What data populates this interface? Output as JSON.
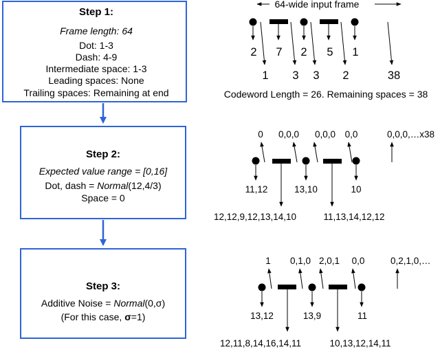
{
  "steps": [
    {
      "title": "Step 1:",
      "frame_length": "Frame length: 64",
      "dot": "Dot: 1-3",
      "dash": "Dash: 4-9",
      "intermediate": "Intermediate space: 1-3",
      "leading": "Leading spaces: None",
      "trailing": "Trailing spaces: Remaining at end"
    },
    {
      "title": "Step 2:",
      "range": "Expected value range = [0,16]",
      "dist_prefix": "Dot, dash = ",
      "dist_italic": "Normal",
      "dist_suffix": "(12,4/3)",
      "space": "Space = 0"
    },
    {
      "title": "Step 3:",
      "noise_prefix": "Additive Noise = ",
      "noise_italic": "Normal",
      "noise_suffix": "(0,σ)",
      "case_prefix": "(For this case, ",
      "case_sigma": "σ",
      "case_suffix": "=1)"
    }
  ],
  "panel1": {
    "frame_label": "64-wide input frame",
    "symbol_durations": [
      "2",
      "7",
      "2",
      "5",
      "1"
    ],
    "space_durations": [
      "1",
      "3",
      "3",
      "2",
      "38"
    ],
    "caption": "Codeword Length = 26. Remaining spaces = 38"
  },
  "panel2": {
    "space_values": [
      "0",
      "0,0,0",
      "0,0,0",
      "0,0",
      "0,0,0,…x38"
    ],
    "symbol_values": [
      "11,12",
      "13,10",
      "10"
    ],
    "dash_values": [
      "12,12,9,12,13,14,10",
      "11,13,14,12,12"
    ]
  },
  "panel3": {
    "space_values": [
      "1",
      "0,1,0",
      "2,0,1",
      "0,0",
      "0,2,1,0,…"
    ],
    "symbol_values": [
      "13,12",
      "13,9",
      "11"
    ],
    "dash_values": [
      "12,11,8,14,16,14,11",
      "10,13,12,14,11"
    ]
  },
  "colors": {
    "box_border": "#2d64d6",
    "flow_arrow": "#2d64d6",
    "ink": "#000000"
  },
  "glyphs": {
    "dot": "circle",
    "dash": "bar"
  }
}
